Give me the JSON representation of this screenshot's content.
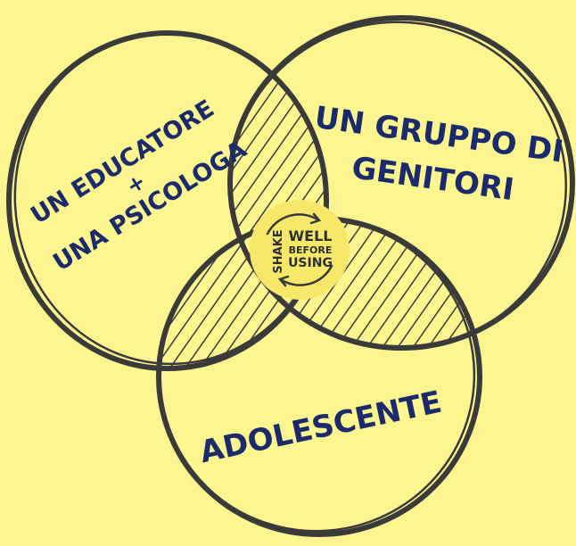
{
  "diagram": {
    "circles": [
      {
        "id": "left",
        "lines": [
          "UN EDUCATORE",
          "+",
          "UNA PSICOLOGA"
        ]
      },
      {
        "id": "right",
        "lines": [
          "UN GRUPPO DI",
          "GENITORI"
        ]
      },
      {
        "id": "bottom",
        "lines": [
          "ADOLESCENTE"
        ]
      }
    ],
    "badge": {
      "vertical": "SHAKE",
      "lines": [
        "WELL",
        "BEFORE",
        "USING"
      ]
    }
  },
  "colors": {
    "background": "#fdf58f",
    "stroke": "#3a3a3a",
    "text": "#1b2a6b",
    "badge_fill": "#f7e86a"
  }
}
